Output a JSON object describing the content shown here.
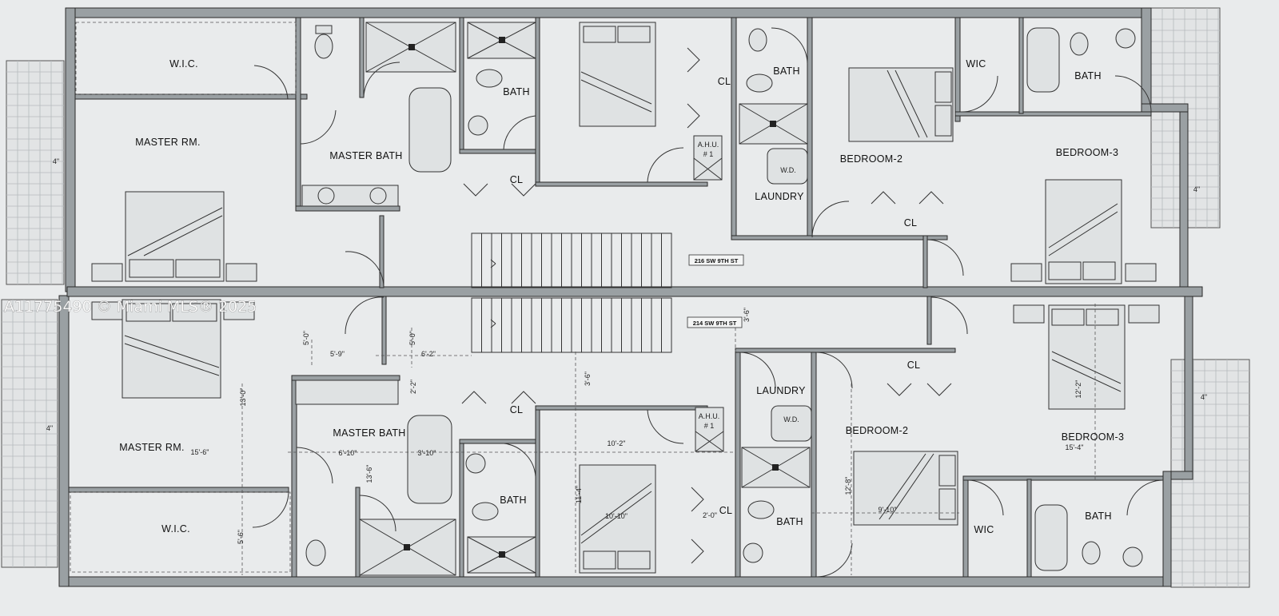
{
  "watermark": "A11775490 © Miami MLS® 2025",
  "units": {
    "upper": {
      "address": "216 SW 9TH ST",
      "rooms": {
        "wic1": "W.I.C.",
        "master_rm": "MASTER RM.",
        "master_bath": "MASTER BATH",
        "bath1": "BATH",
        "cl1": "CL",
        "cl2": "CL",
        "bath2": "BATH",
        "laundry": "LAUNDRY",
        "bedroom2": "BEDROOM-2",
        "cl3": "CL",
        "wic2": "WIC",
        "bath3": "BATH",
        "bedroom3": "BEDROOM-3",
        "ahu": "A.H.U.",
        "ahu_num": "# 1",
        "wd": "W.D."
      }
    },
    "lower": {
      "address": "214 SW 9TH ST",
      "rooms": {
        "master_rm": "MASTER RM.",
        "wic1": "W.I.C.",
        "master_bath": "MASTER BATH",
        "cl1": "CL",
        "bath1": "BATH",
        "laundry": "LAUNDRY",
        "cl2": "CL",
        "bath2": "BATH",
        "bedroom2": "BEDROOM-2",
        "cl3": "CL",
        "bedroom3": "BEDROOM-3",
        "wic2": "WIC",
        "bath3": "BATH",
        "ahu": "A.H.U.",
        "ahu_num": "# 1",
        "wd": "W.D."
      },
      "dimensions": {
        "d1": "5'-0\"",
        "d2": "5'-9\"",
        "d3": "5'-0\"",
        "d4": "6'-2\"",
        "d5": "3'-6\"",
        "d6": "2'-2\"",
        "d7": "13'-0\"",
        "d8": "15'-6\"",
        "d9": "6'-10\"",
        "d10": "3'-10\"",
        "d11": "13'-6\"",
        "d12": "5'-6\"",
        "d13": "3'-6\"",
        "d14": "10'-2\"",
        "d15": "11'-4\"",
        "d16": "10'-10\"",
        "d17": "2'-0\"",
        "d18": "12'-8\"",
        "d19": "9'-10\"",
        "d20": "12'-2\"",
        "d21": "15'-4\"",
        "d22": "4\"",
        "d23": "4\"",
        "d24": "4\"",
        "d25": "4\""
      }
    }
  }
}
